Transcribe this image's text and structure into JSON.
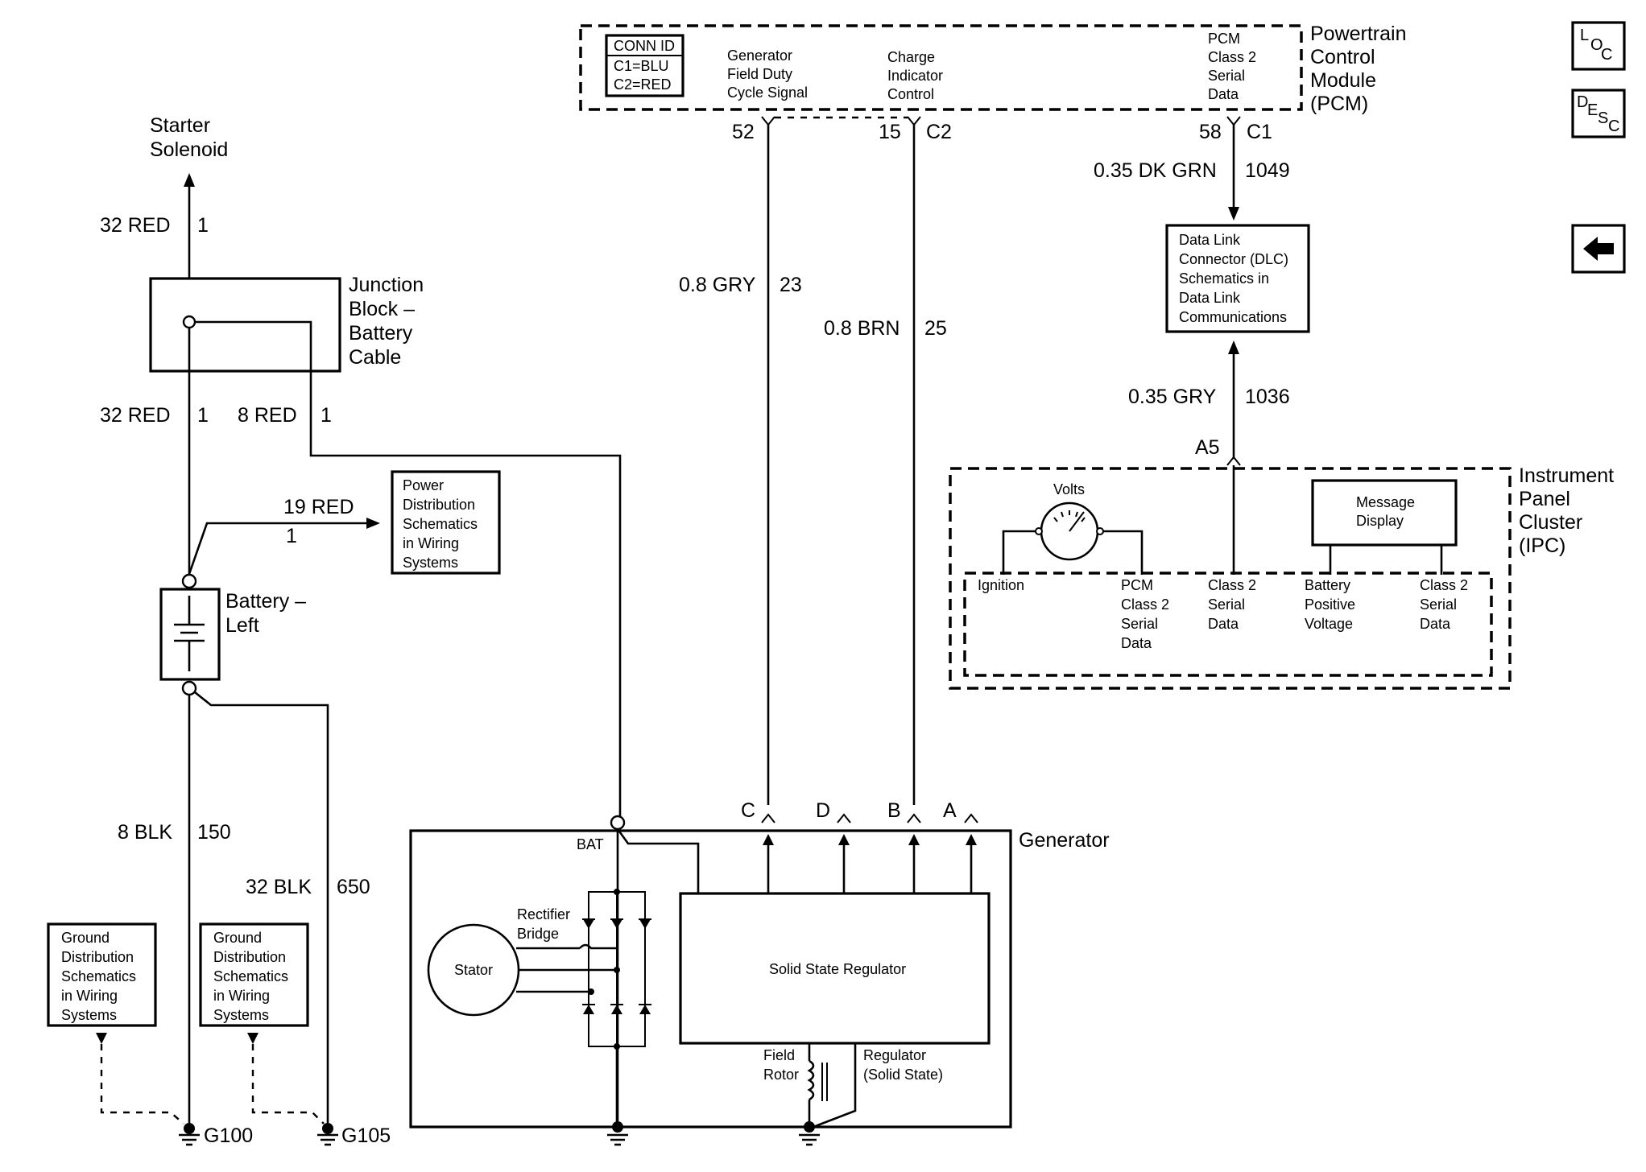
{
  "pcm": {
    "title": [
      "Powertrain",
      "Control",
      "Module",
      "(PCM)"
    ],
    "conn_id": [
      "CONN ID",
      "C1=BLU",
      "C2=RED"
    ],
    "signal_gen_field": [
      "Generator",
      "Field Duty",
      "Cycle Signal"
    ],
    "signal_charge": [
      "Charge",
      "Indicator",
      "Control"
    ],
    "signal_serial": [
      "PCM",
      "Class 2",
      "Serial",
      "Data"
    ],
    "pin_52": "52",
    "pin_15": "15",
    "conn_c2": "C2",
    "pin_58": "58",
    "conn_c1": "C1"
  },
  "nav": {
    "loc": {
      "a": "L",
      "b": "O",
      "c": "C"
    },
    "desc": {
      "a": "D",
      "b": "E",
      "c": "S",
      "d": "C"
    },
    "back_glyph": "🡄"
  },
  "wires": {
    "pcm_dlc": {
      "gauge": "0.35 DK GRN",
      "circuit": "1049"
    },
    "gen_field": {
      "gauge": "0.8 GRY",
      "circuit": "23"
    },
    "charge_ind": {
      "gauge": "0.8 BRN",
      "circuit": "25"
    },
    "dlc_ipc": {
      "gauge": "0.35 GRY",
      "circuit": "1036"
    },
    "starter": {
      "gauge": "32 RED",
      "circuit": "1"
    },
    "jb_battery": {
      "gauge": "32 RED",
      "circuit": "1"
    },
    "jb_gen": {
      "gauge": "8 RED",
      "circuit": "1"
    },
    "power_dist": {
      "gauge": "19 RED",
      "circuit": "1"
    },
    "ground_g100": {
      "gauge": "8 BLK",
      "circuit": "150"
    },
    "ground_g105": {
      "gauge": "32 BLK",
      "circuit": "650"
    }
  },
  "components": {
    "starter": [
      "Starter",
      "Solenoid"
    ],
    "junction_block": [
      "Junction",
      "Block –",
      "Battery",
      "Cable"
    ],
    "battery": [
      "Battery –",
      "Left"
    ],
    "power_dist": [
      "Power",
      "Distribution",
      "Schematics",
      "in Wiring",
      "Systems"
    ],
    "dlc": [
      "Data Link",
      "Connector (DLC)",
      "Schematics in",
      "Data Link",
      "Communications"
    ],
    "ground_dist_1": [
      "Ground",
      "Distribution",
      "Schematics",
      "in Wiring",
      "Systems"
    ],
    "ground_dist_2": [
      "Ground",
      "Distribution",
      "Schematics",
      "in Wiring",
      "Systems"
    ],
    "g100": "G100",
    "g105": "G105"
  },
  "ipc": {
    "title": [
      "Instrument",
      "Panel",
      "Cluster",
      "(IPC)"
    ],
    "pin_a5": "A5",
    "volts": "Volts",
    "message_display": [
      "Message",
      "Display"
    ],
    "ignition": "Ignition",
    "pcm_serial": [
      "PCM",
      "Class 2",
      "Serial",
      "Data"
    ],
    "class2_a": [
      "Class 2",
      "Serial",
      "Data"
    ],
    "battery_pos": [
      "Battery",
      "Positive",
      "Voltage"
    ],
    "class2_b": [
      "Class 2",
      "Serial",
      "Data"
    ]
  },
  "generator": {
    "title": "Generator",
    "bat": "BAT",
    "term_c": "C",
    "term_d": "D",
    "term_b": "B",
    "term_a": "A",
    "rectifier": [
      "Rectifier",
      "Bridge"
    ],
    "stator": "Stator",
    "regulator": "Solid State Regulator",
    "field_rotor": [
      "Field",
      "Rotor"
    ],
    "reg_solid": [
      "Regulator",
      "(Solid State)"
    ]
  }
}
